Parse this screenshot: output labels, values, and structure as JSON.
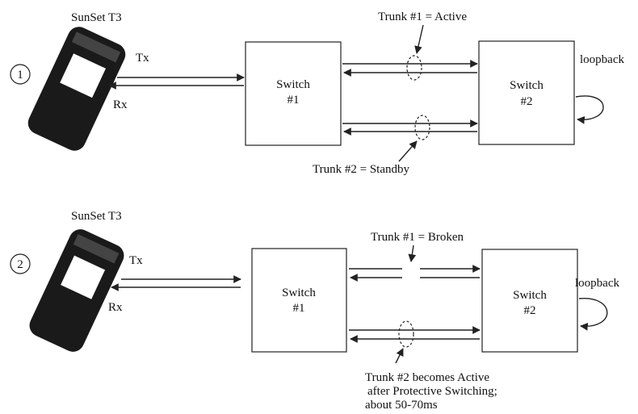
{
  "diagram": {
    "scenario1": {
      "step": "1",
      "device_label": "SunSet T3",
      "tx": "Tx",
      "rx": "Rx",
      "switch1": [
        "Switch",
        "#1"
      ],
      "switch2": [
        "Switch",
        "#2"
      ],
      "trunk_top": "Trunk #1 = Active",
      "trunk_bottom": "Trunk #2 = Standby",
      "loopback": "loopback"
    },
    "scenario2": {
      "step": "2",
      "device_label": "SunSet T3",
      "tx": "Tx",
      "rx": "Rx",
      "switch1": [
        "Switch",
        "#1"
      ],
      "switch2": [
        "Switch",
        "#2"
      ],
      "trunk_top": "Trunk #1 = Broken",
      "trunk_bottom_lines": [
        "Trunk #2 becomes Active",
        "after Protective Switching;",
        "about 50-70ms"
      ],
      "loopback": "loopback"
    }
  }
}
